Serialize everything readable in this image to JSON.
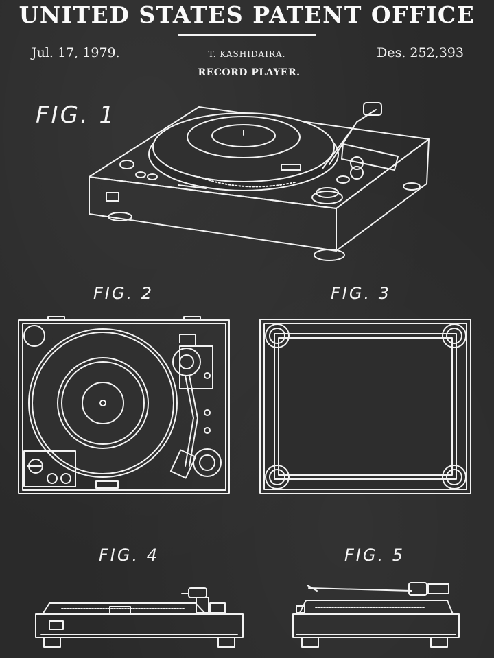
{
  "header": {
    "title": "UNITED STATES PATENT OFFICE",
    "date": "Jul. 17, 1979.",
    "inventor": "T. KASHIDAIRA.",
    "patent_number": "Des. 252,393",
    "invention_name": "RECORD PLAYER."
  },
  "figures": [
    {
      "label": "FIG. 1"
    },
    {
      "label": "FIG. 2"
    },
    {
      "label": "FIG. 3"
    },
    {
      "label": "FIG. 4"
    },
    {
      "label": "FIG. 5"
    }
  ],
  "colors": {
    "background": "#2a2a2a",
    "ink": "#f4f4f4"
  }
}
